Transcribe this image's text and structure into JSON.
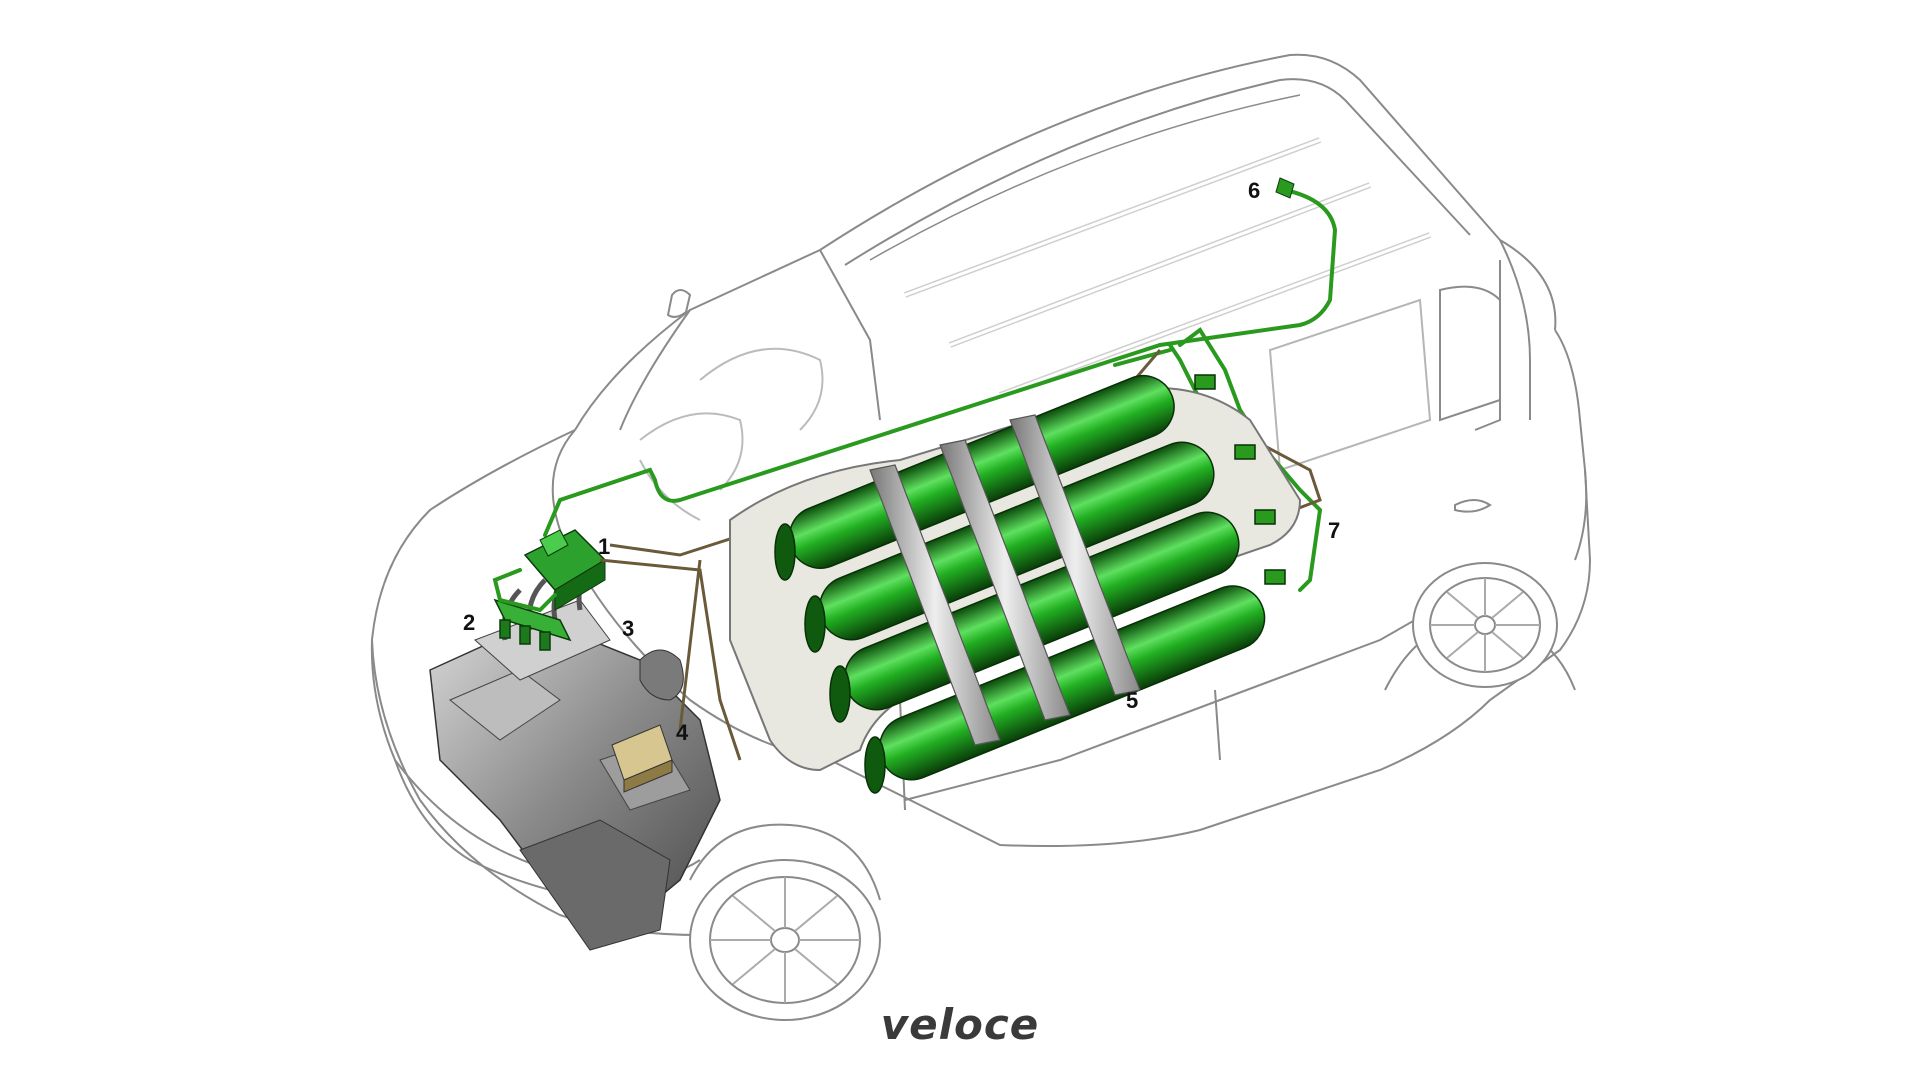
{
  "brand": {
    "logo_text": "veloce"
  },
  "colors": {
    "gas_green": "#1fa81f",
    "gas_green_dark": "#0e5a0e",
    "pipe_green": "#2a9a1f",
    "pipe_brown": "#6b5a3a",
    "outline": "#9a9a9a",
    "engine_gray": "#8c8c8c",
    "logo": "#3a3a3a"
  },
  "callouts": {
    "c1": "1",
    "c2": "2",
    "c3": "3",
    "c4": "4",
    "c5": "5",
    "c6": "6",
    "c7": "7"
  }
}
